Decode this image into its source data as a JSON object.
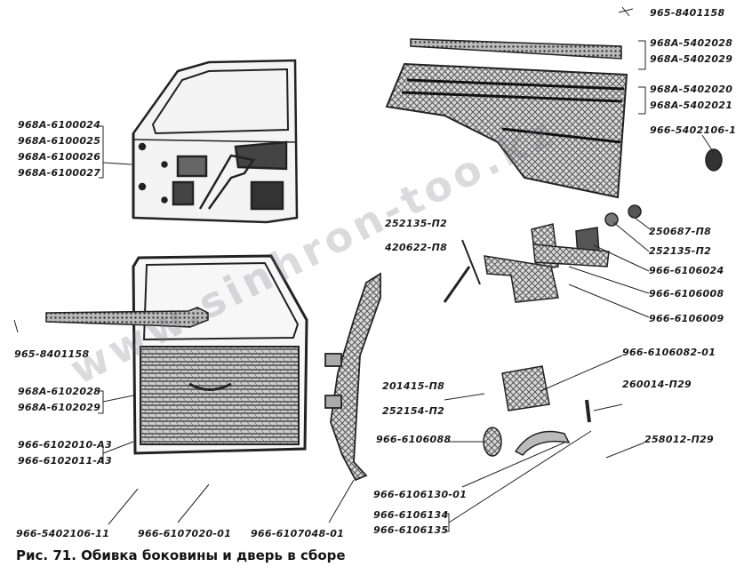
{
  "caption": "Рис. 71. Обивка боковины и дверь в сборе",
  "watermark": "www.sinhron-too.kz",
  "labels": {
    "l965_8401158_top": "965-8401158",
    "l968A_5402028": "968А-5402028",
    "l968A_5402029": "968А-5402029",
    "l968A_5402020": "968А-5402020",
    "l968A_5402021": "968А-5402021",
    "l966_5402106_1": "966-5402106-1",
    "l968A_6100024": "968А-6100024",
    "l968A_6100025": "968А-6100025",
    "l968A_6100026": "968А-6100026",
    "l968A_6100027": "968А-6100027",
    "l250687_P8": "250687-П8",
    "l252135_P2_top": "252135-П2",
    "l420622_P8": "420622-П8",
    "l252135_P2_right": "252135-П2",
    "l966_6106024": "966-6106024",
    "l966_6106008": "966-6106008",
    "l965_8401158_left": "965-8401158",
    "l966_6106009": "966-6106009",
    "l968A_6102028": "968А-6102028",
    "l968A_6102029": "968А-6102029",
    "l966_6106082_01": "966-6106082-01",
    "l201415_P8": "201415-П8",
    "l260014_P29": "260014-П29",
    "l252154_P2": "252154-П2",
    "l966_6102010_A3": "966-6102010-А3",
    "l966_6102011_A3": "966-6102011-А3",
    "l966_6106088": "966-6106088",
    "l258012_P29": "258012-П29",
    "l966_6106130_01": "966-6106130-01",
    "l966_6106134": "966-6106134",
    "l966_6106135": "966-6106135",
    "l966_5402106_11": "966-5402106-11",
    "l966_6107020_01": "966-6107020-01",
    "l966_6107048_01": "966-6107048-01"
  }
}
